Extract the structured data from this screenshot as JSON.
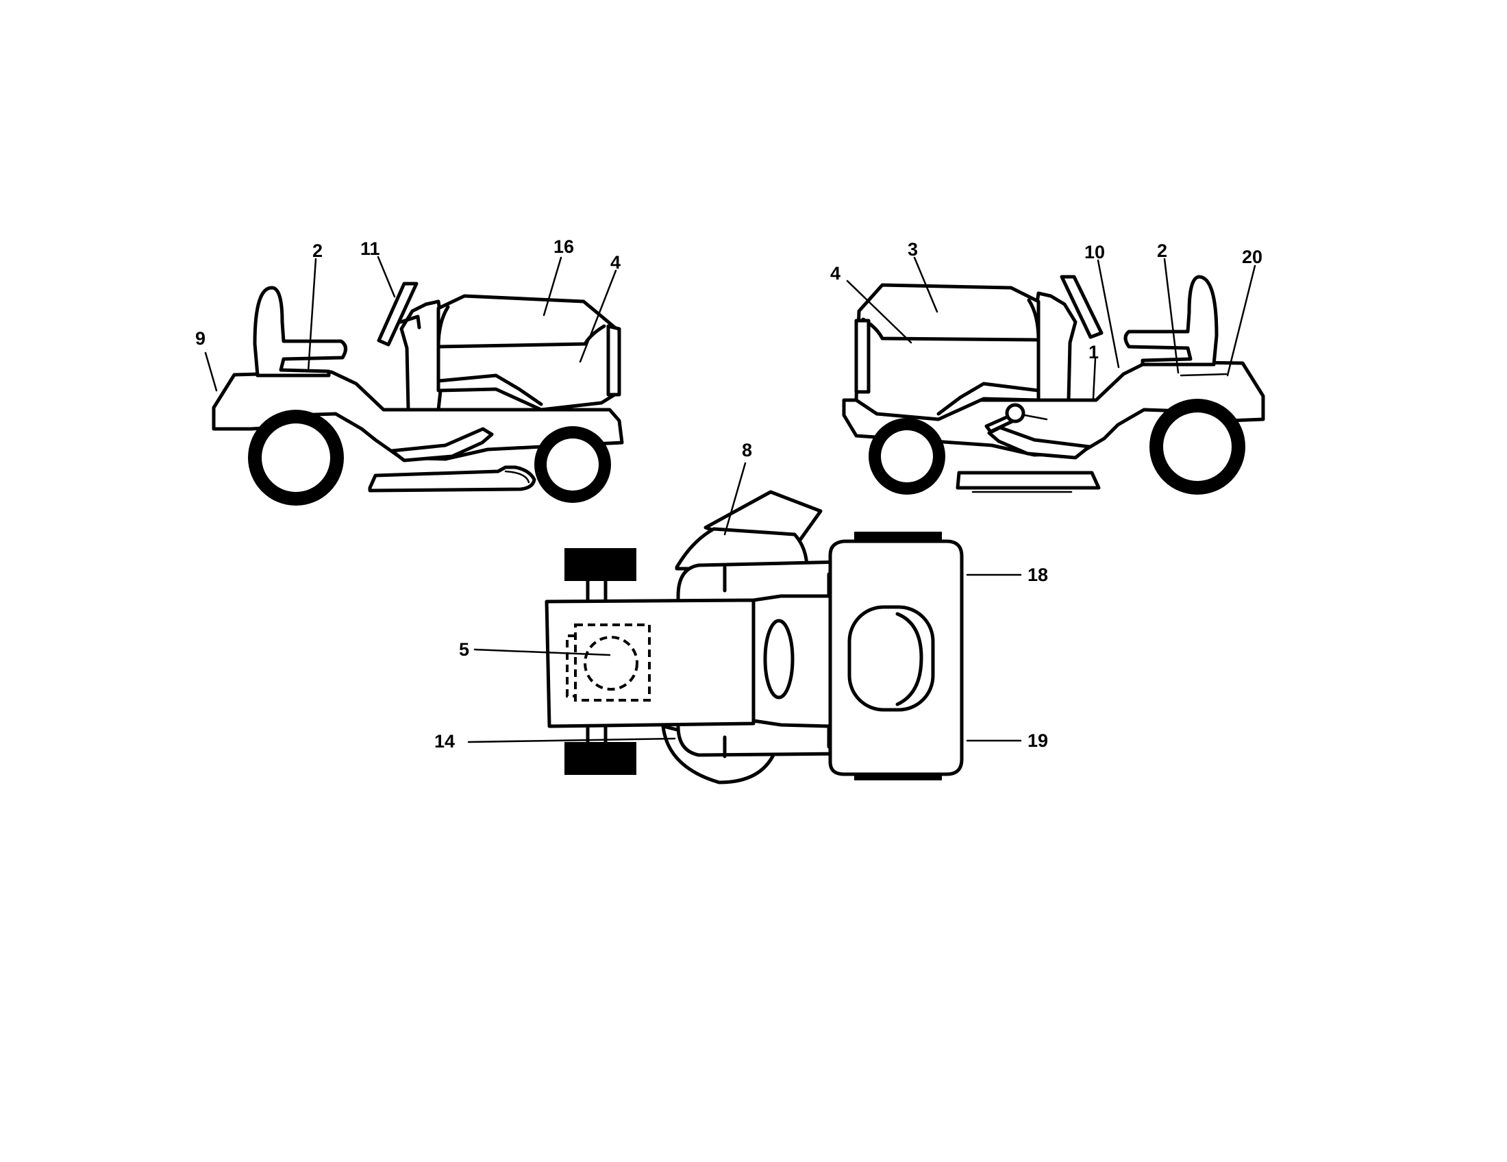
{
  "diagram": {
    "left_view_labels": {
      "l9": "9",
      "l2": "2",
      "l11": "11",
      "l16": "16",
      "l4": "4"
    },
    "right_view_labels": {
      "l4": "4",
      "l3": "3",
      "l10": "10",
      "l2": "2",
      "l20": "20",
      "l1": "1"
    },
    "top_view_labels": {
      "l8": "8",
      "l5": "5",
      "l14": "14",
      "l18": "18",
      "l19": "19"
    }
  }
}
